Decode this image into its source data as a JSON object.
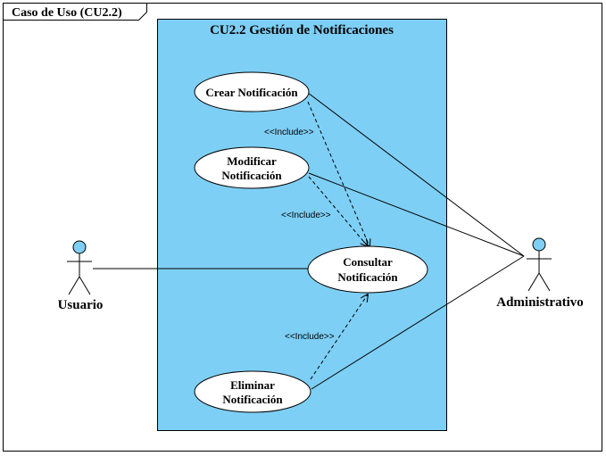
{
  "frame": {
    "label": "Caso de Uso (CU2.2)"
  },
  "system": {
    "title": "CU2.2 Gestión de Notificaciones",
    "fill_color": "#7ecff5"
  },
  "use_cases": {
    "crear": {
      "line1": "Crear Notificación"
    },
    "modificar": {
      "line1": "Modificar",
      "line2": "Notificación"
    },
    "consultar": {
      "line1": "Consultar",
      "line2": "Notificación"
    },
    "eliminar": {
      "line1": "Eliminar",
      "line2": "Notificación"
    }
  },
  "relations": {
    "include_1": "<<Include>>",
    "include_2": "<<Include>>",
    "include_3": "<<Include>>"
  },
  "actors": {
    "usuario": {
      "name": "Usuario",
      "head_color": "#7ecff5"
    },
    "administrativo": {
      "name": "Administrativo",
      "head_color": "#7ecff5"
    }
  }
}
